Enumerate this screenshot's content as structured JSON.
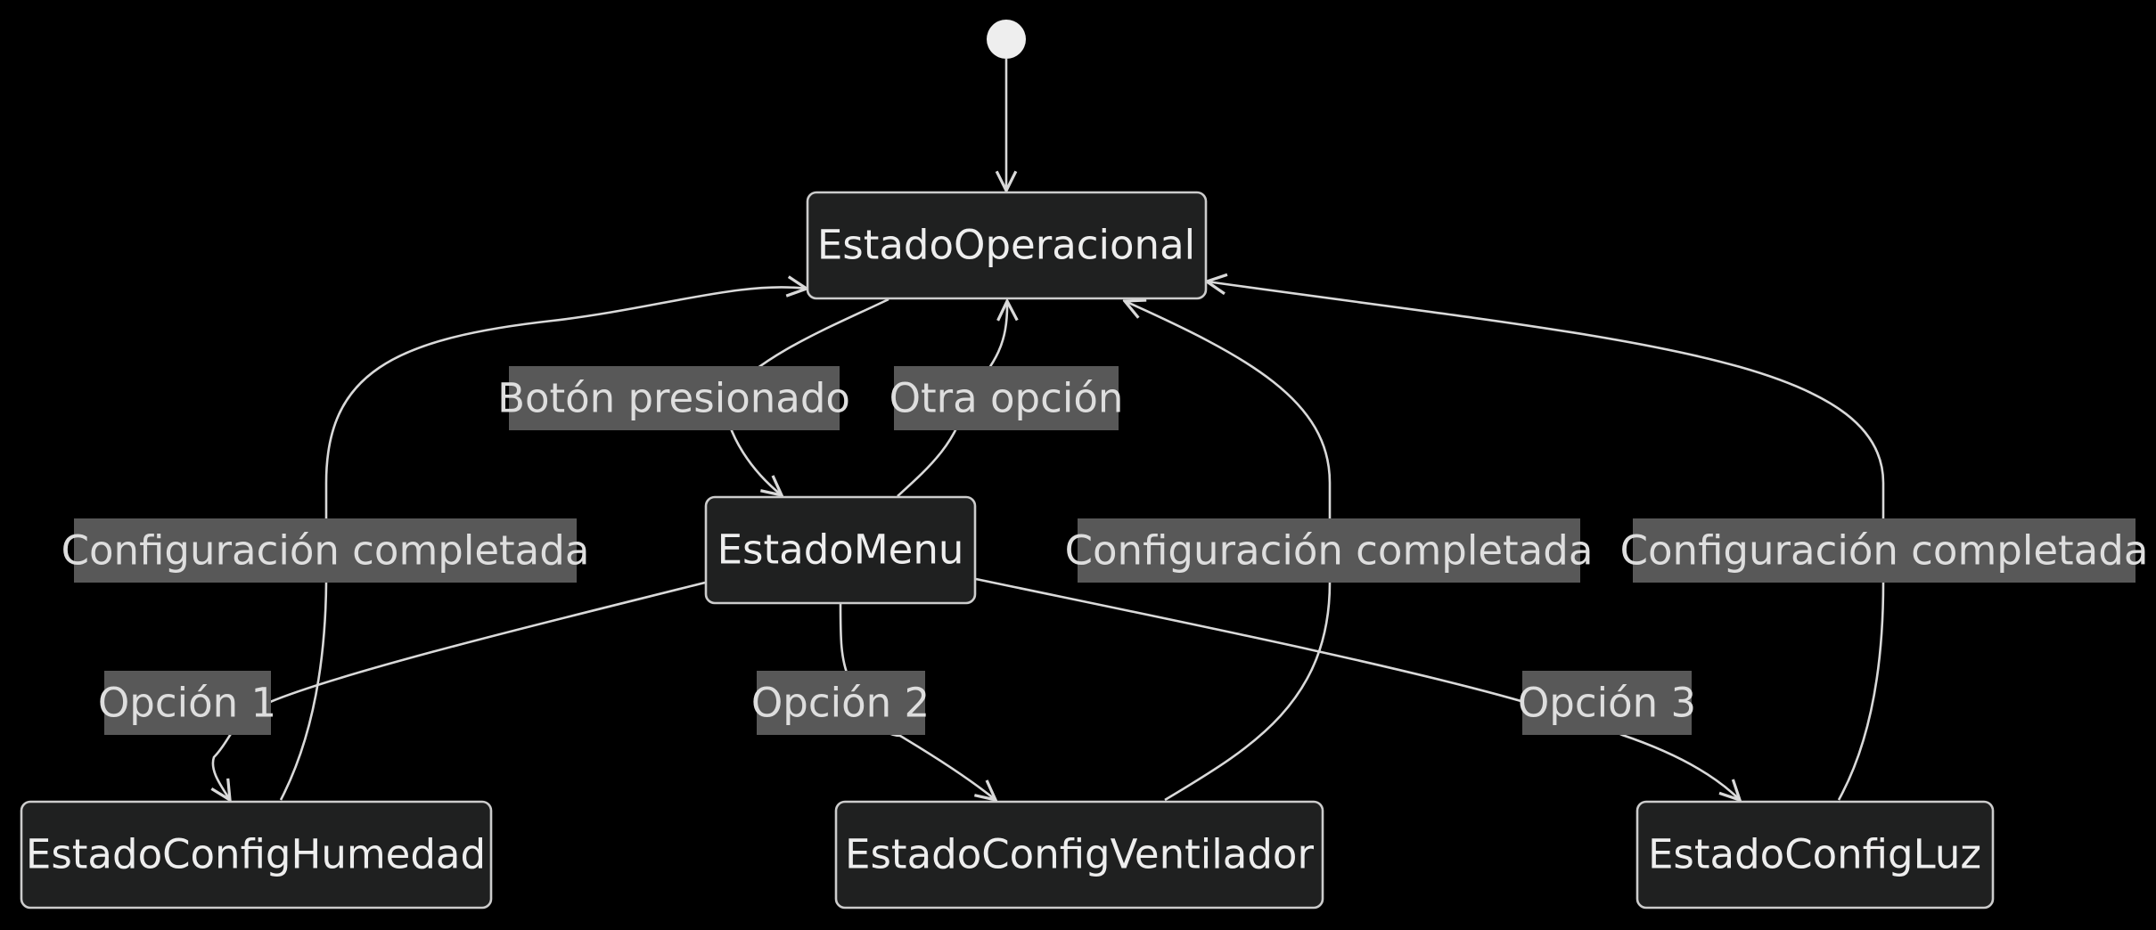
{
  "diagram": {
    "type": "state-diagram",
    "colors": {
      "background": "#000000",
      "node_fill": "#1f2020",
      "node_border": "#cccccc",
      "node_text": "#eeeeee",
      "edge": "#d9d9d9",
      "label_fill": "#585858",
      "label_text": "#dedede"
    },
    "states": {
      "operacional": "EstadoOperacional",
      "menu": "EstadoMenu",
      "humedad": "EstadoConfigHumedad",
      "ventilador": "EstadoConfigVentilador",
      "luz": "EstadoConfigLuz"
    },
    "transitions": {
      "boton_presionado": "Botón presionado",
      "otra_opcion": "Otra opción",
      "opcion_1": "Opción 1",
      "opcion_2": "Opción 2",
      "opcion_3": "Opción 3",
      "config_humedad": "Configuración completada",
      "config_ventilador": "Configuración completada",
      "config_luz": "Configuración completada"
    }
  }
}
